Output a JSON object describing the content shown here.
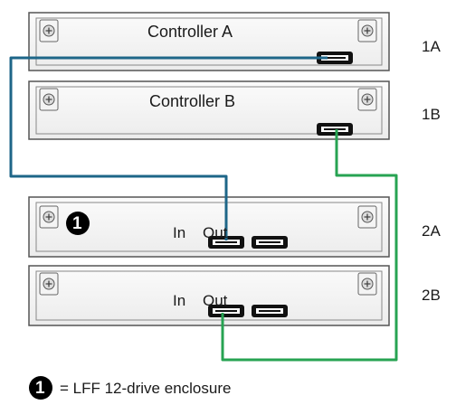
{
  "controllers": [
    {
      "label": "Controller A",
      "side": "1A"
    },
    {
      "label": "Controller B",
      "side": "1B"
    }
  ],
  "enclosures": [
    {
      "side": "2A",
      "in_label": "In",
      "out_label": "Out",
      "badge": "1"
    },
    {
      "side": "2B",
      "in_label": "In",
      "out_label": "Out"
    }
  ],
  "legend": {
    "badge": "1",
    "text": "= LFF 12-drive enclosure"
  },
  "colors": {
    "cable_blue": "#1e6688",
    "cable_green": "#27a352",
    "panel_stroke": "#555555"
  },
  "icons": [
    "screw-icon",
    "sas-port-icon",
    "callout-badge-icon"
  ]
}
